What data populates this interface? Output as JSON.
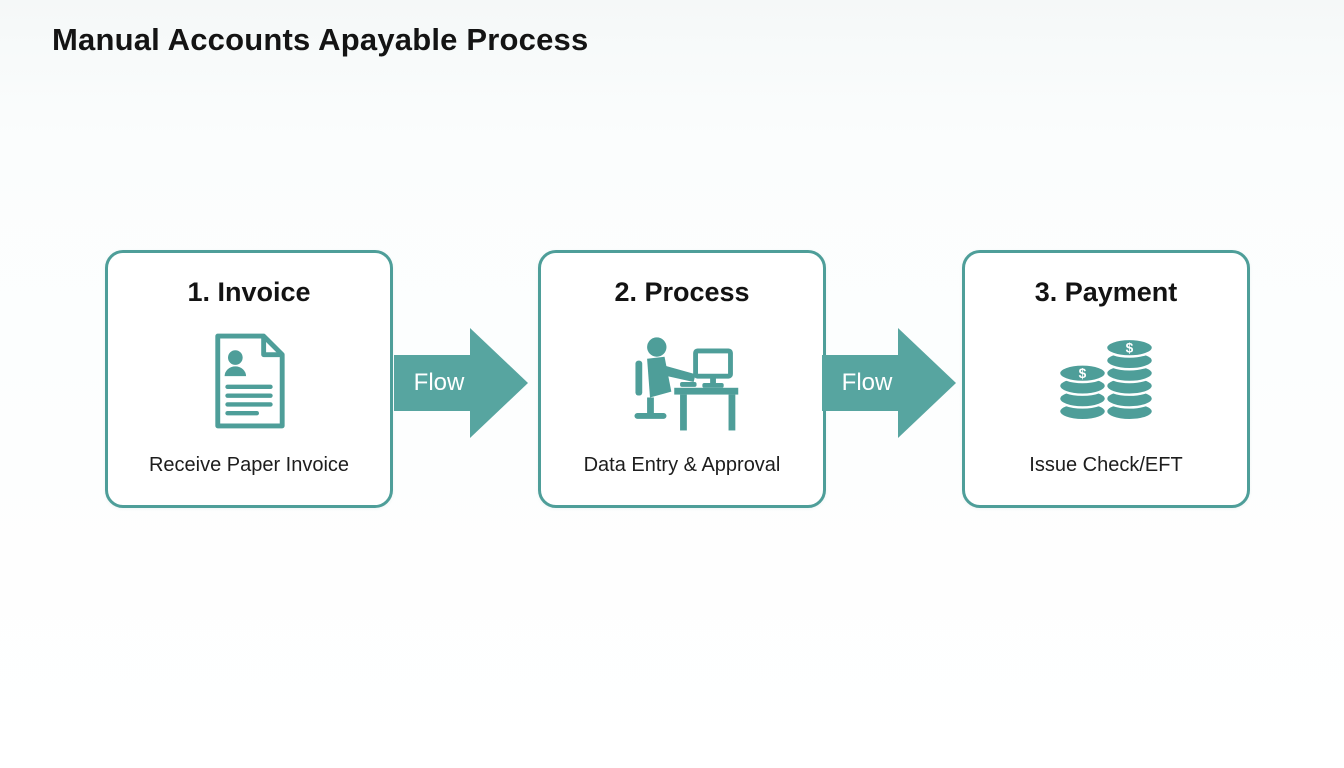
{
  "title": "Manual Accounts Apayable Process",
  "colors": {
    "teal": "#4e9e99",
    "arrow_teal": "#57a5a0",
    "text_dark": "#141414",
    "box_background": "#ffffff"
  },
  "steps": [
    {
      "heading": "1. Invoice",
      "caption": "Receive Paper Invoice",
      "icon": "invoice-document-icon"
    },
    {
      "heading": "2. Process",
      "caption": "Data Entry & Approval",
      "icon": "person-computer-icon"
    },
    {
      "heading": "3. Payment",
      "caption": "Issue Check/EFT",
      "icon": "coin-stacks-icon"
    }
  ],
  "arrows": [
    {
      "label": "Flow"
    },
    {
      "label": "Flow"
    }
  ]
}
